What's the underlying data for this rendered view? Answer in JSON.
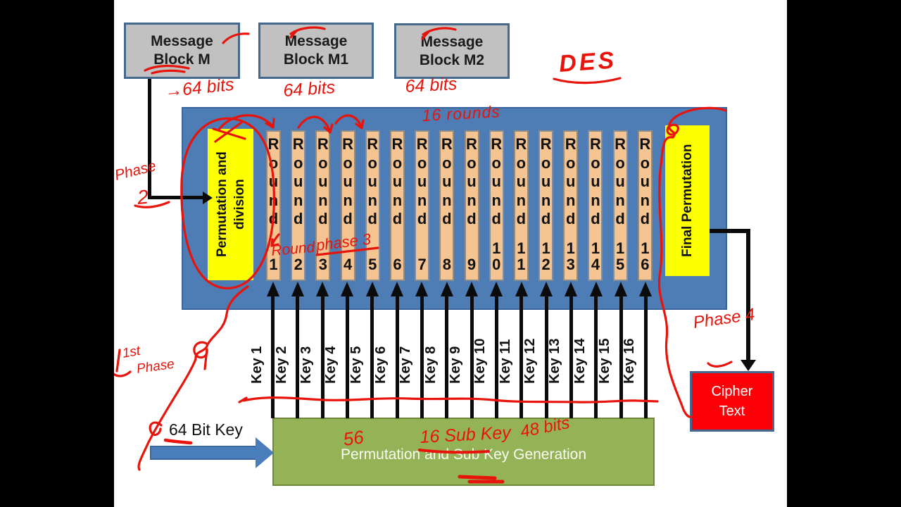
{
  "blocks": {
    "message_m": "Message Block M",
    "message_m1": "Message Block M1",
    "message_m2": "Message Block M2",
    "initial_permutation": "Permutation and division",
    "final_permutation": "Final Permutation",
    "key_generation": "Permutation and Sub Key Generation",
    "cipher_text": "Cipher Text",
    "key_input": "64 Bit Key"
  },
  "rounds": {
    "word": "Round",
    "numbers": [
      "1",
      "2",
      "3",
      "4",
      "5",
      "6",
      "7",
      "8",
      "9",
      "10",
      "11",
      "12",
      "13",
      "14",
      "15",
      "16"
    ]
  },
  "keys": [
    "Key 1",
    "Key 2",
    "Key 3",
    "Key 4",
    "Key 5",
    "Key 6",
    "Key 7",
    "Key 8",
    "Key 9",
    "Key 10",
    "Key 11",
    "Key 12",
    "Key 13",
    "Key 14",
    "Key 15",
    "Key 16"
  ],
  "annotations": {
    "des": "DES",
    "bits_m": "→64 bits",
    "bits_m1": "64 bits",
    "bits_m2": "64 bits",
    "rounds_count": "16 rounds",
    "phase2_word": "Phase",
    "phase2_num": "2",
    "round_word": "Round",
    "phase3": "phase 3",
    "first_phase_ordinal": "1st",
    "first_phase_word": "Phase",
    "phase4": "Phase 4",
    "key_bits_56": "56",
    "sub_key_count": "16 Sub Key",
    "key_bits_48": "48 bits"
  },
  "colors": {
    "panel_blue": "#4E7CB5",
    "round_bar_tan": "#F5C493",
    "permutation_yellow": "#FCFF00",
    "keygen_green": "#94B357",
    "cipher_red": "#FB0007",
    "message_gray": "#C1C1C1",
    "box_border_blue": "#44698D",
    "annotation_red": "#E8140C",
    "input_arrow_blue": "#4A7EBB"
  }
}
